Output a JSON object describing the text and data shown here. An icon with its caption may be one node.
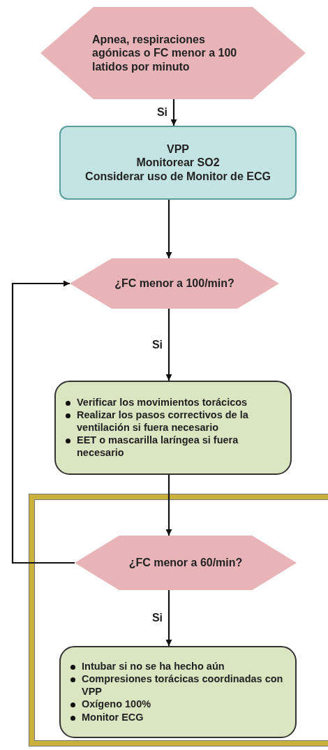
{
  "diagram": {
    "nodes": [
      {
        "text": [
          "Apnea, respiraciones agónicas o FC menor a 100 latidos por minuto"
        ]
      },
      {
        "text": [
          "VPP",
          "Monitorear SO2",
          "Considerar uso de Monitor de ECG"
        ]
      },
      {
        "text": [
          "¿FC menor a 100/min?"
        ]
      },
      {
        "text": [
          "Verificar los movimientos torácicos",
          "Realizar los pasos correctivos de la ventilación si fuera necesario",
          "EET o mascarilla laríngea si fuera necesario"
        ]
      },
      {
        "text": [],
        "shape": "box"
      },
      {
        "text": [
          "¿FC menor a 60/min?"
        ],
        "in": 4
      },
      {
        "text": [
          "Intubar si no se ha hecho aún",
          "Compresiones torácicas coordinadas con VPP",
          "Oxígeno 100%",
          "Monitor ECG"
        ],
        "in": 4
      }
    ],
    "edges": [
      {
        "from": 0,
        "to": 1,
        "arrow": "to",
        "label": "Si"
      },
      {
        "from": 1,
        "to": 2,
        "arrow": "to"
      },
      {
        "from": 2,
        "to": 3,
        "arrow": "to",
        "label": "Si"
      },
      {
        "from": 3,
        "to": 5,
        "arrow": "to"
      },
      {
        "from": 5,
        "to": 2,
        "arrow": "to"
      },
      {
        "from": 5,
        "to": 6,
        "arrow": "to",
        "label": "Si"
      }
    ]
  }
}
